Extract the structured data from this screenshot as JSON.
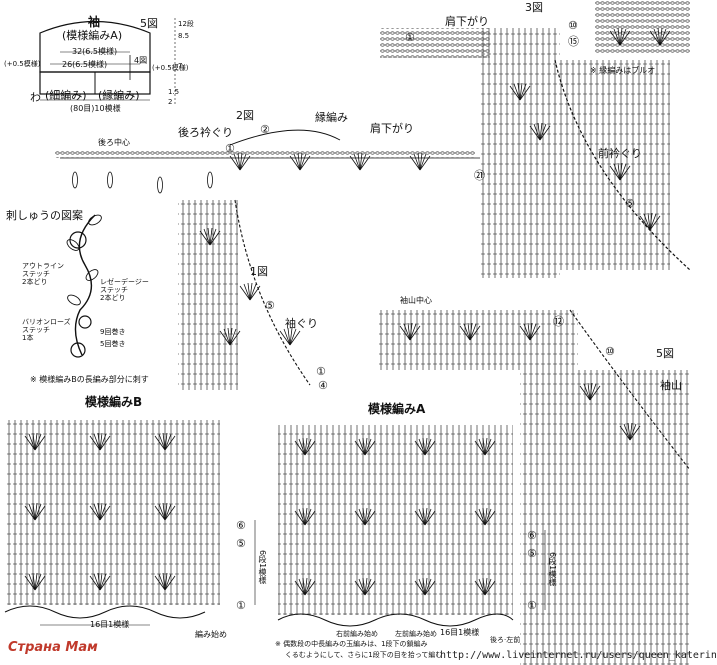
{
  "sleeve_schematic": {
    "title": "袖",
    "subtitle": "(模様編みA)",
    "fig_ref": "5図",
    "dim_top": "32(6.5模様)",
    "dim_mid": "26(6.5模様)",
    "margin_left": "(+0.5模様)",
    "margin_right": "(+0.5模様)",
    "fig4_ref": "4図",
    "bottom_left": "(細編み)",
    "bottom_right": "(縁編み)",
    "bottom_width": "(80目)10模様",
    "wa": "わ",
    "right_scale": [
      "12段",
      "8.5",
      "7",
      "1.5",
      "2"
    ]
  },
  "fig3": {
    "label": "3図",
    "shoulder": "肩下がり",
    "note": "※ 縁編みはブルオ",
    "neck": "前衿ぐり",
    "num_10": "⑩",
    "num_15": "⑮",
    "num_5": "⑤",
    "num_1": "①"
  },
  "fig2": {
    "label": "2図",
    "back_neck": "後ろ衿ぐり",
    "edge": "縁編み",
    "shoulder": "肩下がり",
    "back_center": "後ろ中心",
    "num_21": "㉑",
    "num_1": "①",
    "num_2": "②"
  },
  "fig1": {
    "label": "1図",
    "armhole": "袖ぐり",
    "num_5": "⑤",
    "num_1": "①",
    "num_4": "④"
  },
  "embroidery": {
    "title": "刺しゅうの図案",
    "outline": "アウトライン\nステッチ\n2本どり",
    "lazy_daisy": "レゼーデージー\nステッチ\n2本どり",
    "bullion": "バリオンローズ\nステッチ\n1本",
    "turns9": "9回巻き",
    "turns5": "5回巻き",
    "note": "※ 模様編みBの長編み部分に刺す"
  },
  "fig5": {
    "label": "5図",
    "sleeve_top": "袖山",
    "center": "袖山中心",
    "num_12": "⑫",
    "num_10": "⑩"
  },
  "pattern_b": {
    "title": "模様編みB",
    "num_6": "⑥",
    "num_5": "⑤",
    "num_1": "①",
    "repeat_rows": "6段1模様",
    "repeat_sts": "16目1模様",
    "start": "編み始め"
  },
  "pattern_a": {
    "title": "模様編みA",
    "num_6": "⑥",
    "num_5": "⑤",
    "num_1": "①",
    "repeat_rows": "6段1模様",
    "repeat_sts": "16目1模様",
    "start_right": "右前編み始め",
    "start_left": "左前編み始め",
    "back_right_left": "後ろ·左前",
    "footnote_1": "※ 偶数段の中長編みの玉編みは、1段下の鎖編み",
    "footnote_2": "くるむようにして、さらに1段下の目を拾って編む"
  },
  "watermark": "Страна Мам",
  "url": "http://www.liveinternet.ru/users/queen_katerin"
}
